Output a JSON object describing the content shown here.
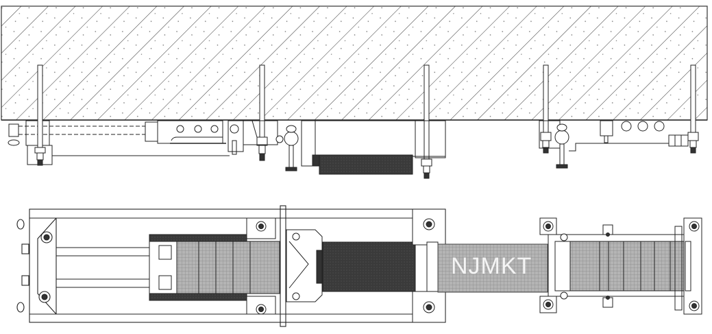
{
  "drawing": {
    "type": "engineering-drawing",
    "views": [
      {
        "name": "side-elevation",
        "description": "Side section view of bridge expansion joint mounted under hatched concrete slab with anchor bolts"
      },
      {
        "name": "plan-view",
        "description": "Top plan view of expansion joint assembly with modular rubber sections, bolt plates and cylinders"
      }
    ],
    "watermark": "NJMKT",
    "colors": {
      "line": "#2a2a2a",
      "hatch": "#555555",
      "dark_fill": "#3c3c3c",
      "mesh_fill": "#a8a8a8",
      "background": "#ffffff"
    },
    "anchor_bolt_count_side_view": 5,
    "corner_bolts_plan_view": 10
  }
}
